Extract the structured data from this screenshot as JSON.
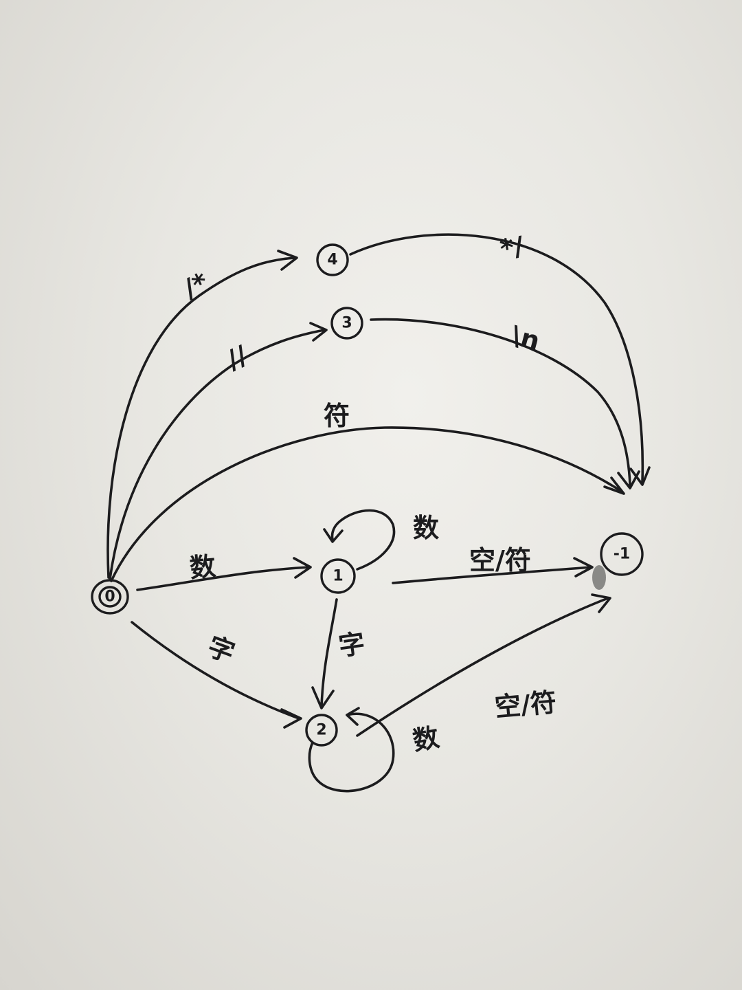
{
  "diagram": {
    "nodes": [
      {
        "id": "n0",
        "label": "0"
      },
      {
        "id": "n1",
        "label": "1"
      },
      {
        "id": "n2",
        "label": "2"
      },
      {
        "id": "n3",
        "label": "3"
      },
      {
        "id": "n4",
        "label": "4"
      },
      {
        "id": "nend",
        "label": "-1"
      }
    ],
    "edges": [
      {
        "id": "e0-4",
        "from": "0",
        "to": "4",
        "label": "/*"
      },
      {
        "id": "e4-end",
        "from": "4",
        "to": "-1",
        "label": "*/"
      },
      {
        "id": "e0-3",
        "from": "0",
        "to": "3",
        "label": "//"
      },
      {
        "id": "e3-end",
        "from": "3",
        "to": "-1",
        "label": "\\n"
      },
      {
        "id": "e0-end",
        "from": "0",
        "to": "-1",
        "label": "符"
      },
      {
        "id": "e0-1",
        "from": "0",
        "to": "1",
        "label": "数"
      },
      {
        "id": "e1-1",
        "from": "1",
        "to": "1",
        "label": "数"
      },
      {
        "id": "e1-end",
        "from": "1",
        "to": "-1",
        "label": "空/符"
      },
      {
        "id": "e1-2",
        "from": "1",
        "to": "2",
        "label": "字"
      },
      {
        "id": "e0-2",
        "from": "0",
        "to": "2",
        "label": "字"
      },
      {
        "id": "e2-2",
        "from": "2",
        "to": "2",
        "label": "数"
      },
      {
        "id": "e2-end",
        "from": "2",
        "to": "-1",
        "label": "空/符"
      }
    ]
  }
}
